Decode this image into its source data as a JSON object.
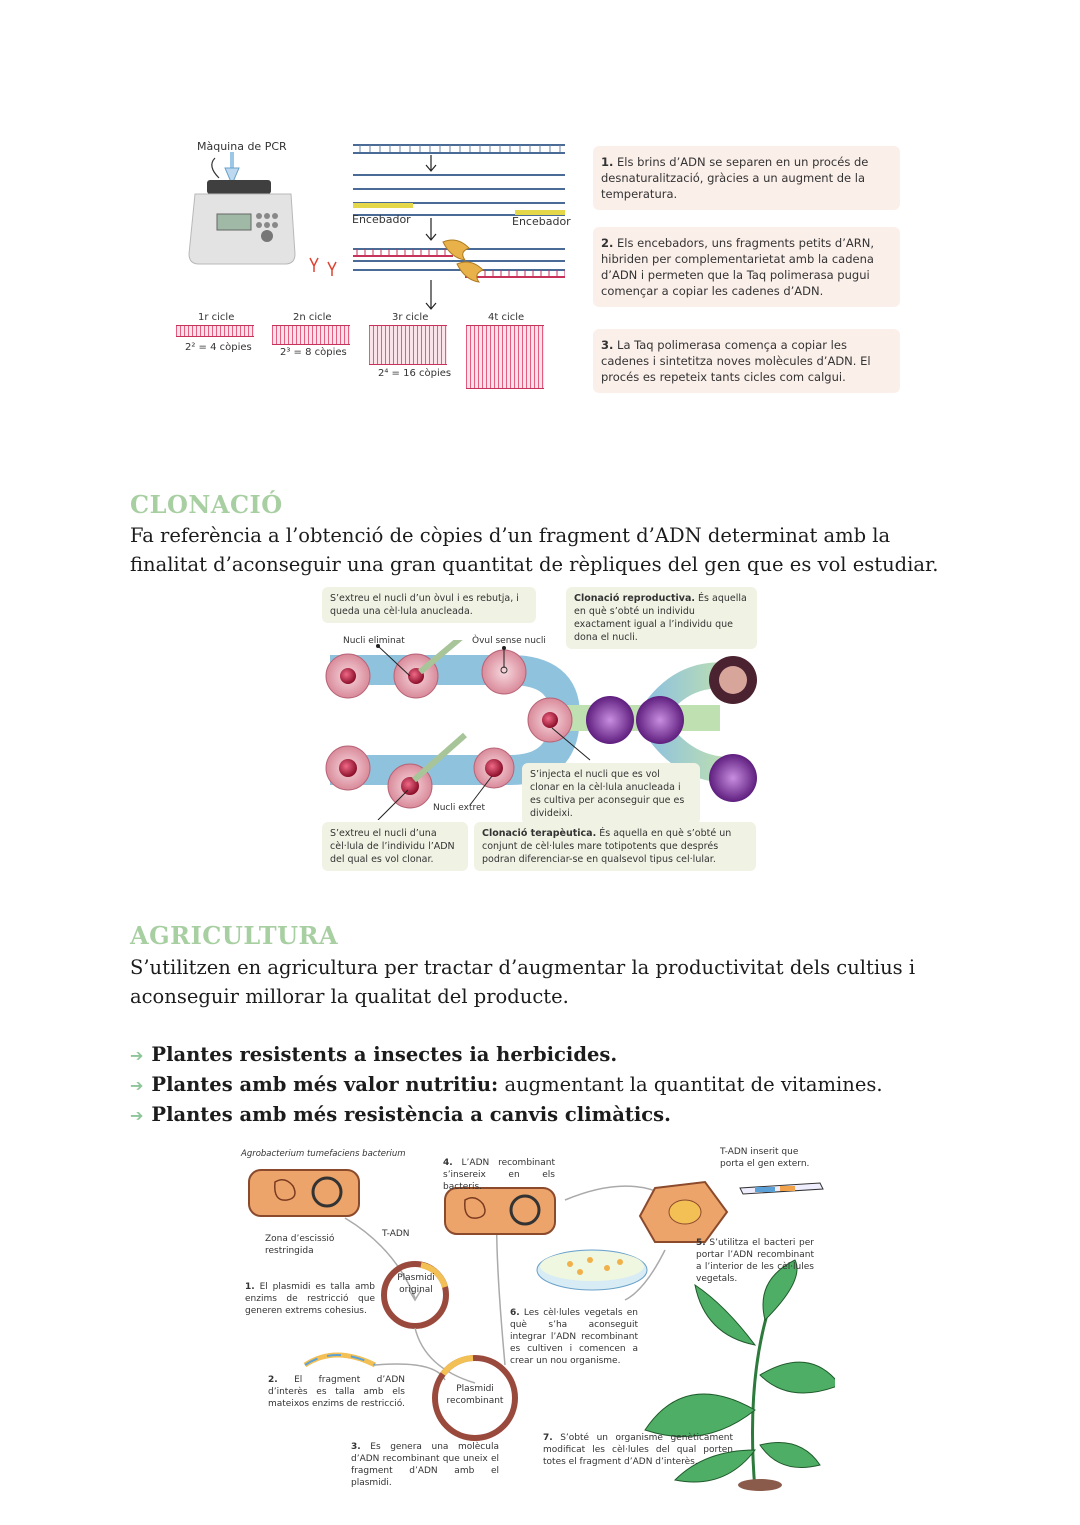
{
  "pcr": {
    "machine_label": "Màquina de PCR",
    "primer_left": "Encebador",
    "primer_right": "Encebador",
    "cycles": [
      {
        "label": "1r cicle",
        "copies": "2² = 4 còpies"
      },
      {
        "label": "2n cicle",
        "copies": "2³ = 8 còpies"
      },
      {
        "label": "3r cicle",
        "copies": "2⁴ = 16 còpies"
      },
      {
        "label": "4t cicle",
        "copies": ""
      }
    ],
    "steps": [
      {
        "num": "1.",
        "text": "Els brins d’ADN se separen en un procés de desnaturalització, gràcies a un augment de la temperatura."
      },
      {
        "num": "2.",
        "text": "Els encebadors, uns fragments petits d’ARN, hibriden per complementarietat amb la cadena d’ADN i permeten que la Taq polimerasa pugui començar a copiar les cadenes d’ADN."
      },
      {
        "num": "3.",
        "text": "La Taq polimerasa comença a copiar les cadenes i sintetitza noves molècules d’ADN. El procés es repeteix tants cicles com calgui."
      }
    ]
  },
  "clonacio": {
    "heading": "CLONACIÓ",
    "paragraph": "Fa referència a l’obtenció de còpies d’un fragment d’ADN determinat amb la finalitat d’aconseguir una gran quantitat de rèpliques del gen que es vol estudiar.",
    "notes": {
      "top_left": "S’extreu el nucli d’un òvul i es rebutja, i queda una cèl·lula anucleada.",
      "top_right_bold": "Clonació reproductiva.",
      "top_right_text": "És aquella en què s’obté un individu exactament igual a l’individu que dona el nucli.",
      "middle": "S’injecta el nucli que es vol clonar en la cèl·lula anucleada i es cultiva per aconseguir que es divideixi.",
      "bottom_left": "S’extreu el nucli d’una cèl·lula de l’individu l’ADN del qual es vol clonar.",
      "bottom_right_bold": "Clonació terapèutica.",
      "bottom_right_text": "És aquella en què s’obté un conjunt de cèl·lules mare totipotents que després podran diferenciar-se en qualsevol tipus cel·lular."
    },
    "labels": {
      "nucli_eliminat": "Nucli eliminat",
      "ovul_sense_nucli": "Òvul sense nucli",
      "nucli_extret": "Nucli extret"
    }
  },
  "agricultura": {
    "heading": "AGRICULTURA",
    "paragraph": "S’utilitzen en agricultura per tractar d’augmentar la productivitat dels cultius i aconseguir millorar la qualitat del producte.",
    "bullets": [
      {
        "bold": "Plantes resistents a insectes ia herbicides.",
        "rest": ""
      },
      {
        "bold": "Plantes amb més valor nutritiu:",
        "rest": " augmentant la quantitat de vitamines."
      },
      {
        "bold": "Plantes amb més resistència a canvis climàtics.",
        "rest": ""
      }
    ],
    "diagram": {
      "bacterium_label": "Agrobacterium tumefaciens bacterium",
      "zona": "Zona d’escissió restringida",
      "tadn": "T-ADN",
      "plasmid_original": "Plasmidi original",
      "plasmid_recombinant": "Plasmidi recombinant",
      "tadn_inserit": "T-ADN inserit que porta el gen extern.",
      "steps": [
        {
          "num": "1.",
          "text": "El plasmidi es talla amb enzims de restricció que generen extrems cohesius."
        },
        {
          "num": "2.",
          "text": "El fragment d’ADN d’interès es talla amb els mateixos enzims de restricció."
        },
        {
          "num": "3.",
          "text": "Es genera una molècula d’ADN recombinant que uneix el fragment d’ADN amb el plasmidi."
        },
        {
          "num": "4.",
          "text": "L’ADN recombinant s’insereix en els bacteris."
        },
        {
          "num": "5.",
          "text": "S’utilitza el bacteri per portar l’ADN recombinant a l’interior de les cèl·lules vegetals."
        },
        {
          "num": "6.",
          "text": "Les cèl·lules vegetals en què s’ha aconseguit integrar l’ADN recombinant es cultiven i comencen a crear un nou organisme."
        },
        {
          "num": "7.",
          "text": "S’obté un organisme genèticament modificat les cèl·lules del qual porten totes el fragment d’ADN d’interès."
        }
      ]
    }
  }
}
